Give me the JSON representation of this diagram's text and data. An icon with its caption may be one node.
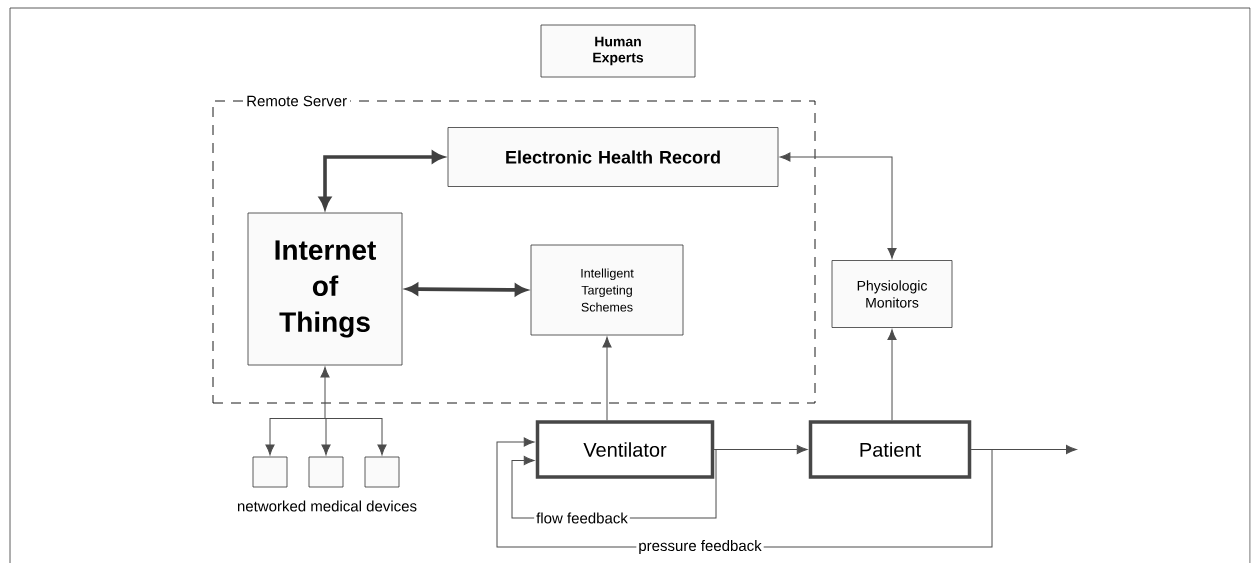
{
  "diagram": {
    "nodes": [
      {
        "text": [
          "Human Experts"
        ]
      },
      {
        "text": [
          "Remote Server"
        ]
      },
      {
        "text": [
          "Electronic Health Record"
        ],
        "in": 1
      },
      {
        "text": [
          "Internet of Things"
        ],
        "in": 1
      },
      {
        "text": [
          "Intelligent Targeting Schemes"
        ],
        "in": 1
      },
      {
        "text": [
          "Physiologic Monitors"
        ]
      },
      {
        "text": [
          "Ventilator"
        ]
      },
      {
        "text": [
          "Patient"
        ]
      },
      {
        "text": [],
        "shape": "box"
      },
      {
        "text": [],
        "shape": "box"
      },
      {
        "text": [],
        "shape": "box"
      }
    ],
    "edges": [
      {
        "from": 2,
        "to": 3,
        "arrow": "both",
        "style": "thick"
      },
      {
        "from": 3,
        "to": 4,
        "arrow": "both",
        "style": "thick"
      },
      {
        "from": 2,
        "to": 5,
        "arrow": "both"
      },
      {
        "from": 6,
        "to": 4,
        "arrow": "to"
      },
      {
        "from": 7,
        "to": 5,
        "arrow": "to"
      },
      {
        "from": 6,
        "to": 7,
        "arrow": "to"
      },
      {
        "from": 7,
        "to": null,
        "arrow": "to"
      },
      {
        "from": 3,
        "to": 8,
        "arrow": "both"
      },
      {
        "from": 3,
        "to": 9,
        "arrow": "both"
      },
      {
        "from": 3,
        "to": 10,
        "arrow": "both"
      },
      {
        "from": 6,
        "to": 6,
        "arrow": "to",
        "label": "flow feedback"
      },
      {
        "from": 7,
        "to": 6,
        "arrow": "to",
        "label": "pressure feedback"
      }
    ],
    "labels": [
      "networked medical devices"
    ]
  }
}
